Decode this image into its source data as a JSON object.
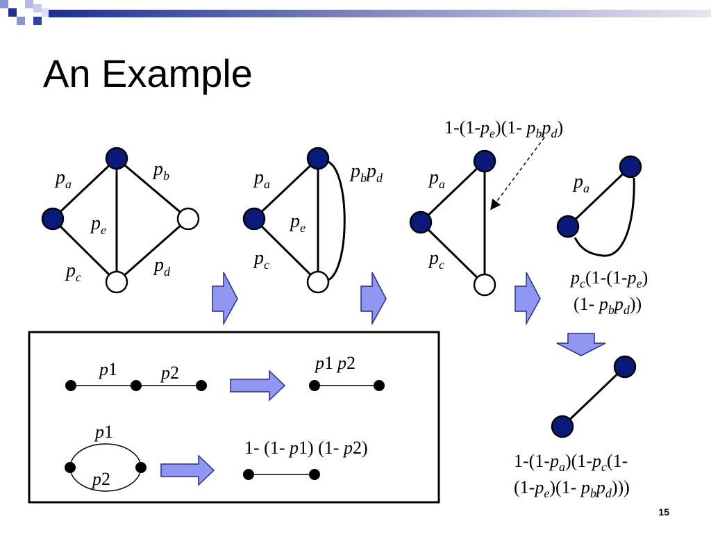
{
  "slide": {
    "title": "An Example",
    "page_number": "15"
  },
  "colors": {
    "filled_node": "#0a1a7a",
    "arrow_fill": "#8f97f0",
    "arrow_stroke": "#2a2a8a",
    "header_blue": "#1f2f8f",
    "header_gradient_end": "#e6e6f0"
  },
  "graph1": {
    "pa": {
      "base": "p",
      "sub": "a"
    },
    "pb": {
      "base": "p",
      "sub": "b"
    },
    "pc": {
      "base": "p",
      "sub": "c"
    },
    "pd": {
      "base": "p",
      "sub": "d"
    },
    "pe": {
      "base": "p",
      "sub": "e"
    }
  },
  "graph2": {
    "pa": {
      "base": "p",
      "sub": "a"
    },
    "pe": {
      "base": "p",
      "sub": "e"
    },
    "pc": {
      "base": "p",
      "sub": "c"
    },
    "pbpd": {
      "p1": "p",
      "s1": "b",
      "p2": "p",
      "s2": "d"
    }
  },
  "graph3": {
    "pa": {
      "base": "p",
      "sub": "a"
    },
    "pc": {
      "base": "p",
      "sub": "c"
    },
    "callout": {
      "t0": "1-(1-",
      "p1": "p",
      "s1": "e",
      "t1": ")(1- ",
      "p2": "p",
      "s2": "b",
      "p3": "p",
      "s3": "d",
      "t2": ")"
    }
  },
  "graph4": {
    "pa": {
      "base": "p",
      "sub": "a"
    },
    "expr_line1": {
      "p1": "p",
      "s1": "c",
      "t1": "(1-(1-",
      "p2": "p",
      "s2": "e",
      "t2": ")"
    },
    "expr_line2": {
      "t0": "(1- ",
      "p1": "p",
      "s1": "b",
      "p2": "p",
      "s2": "d",
      "t1": "))"
    }
  },
  "final": {
    "line1": {
      "t0": "1-(1-",
      "p1": "p",
      "s1": "a",
      "t1": ")(1-",
      "p2": "p",
      "s2": "c",
      "t2": "(1-"
    },
    "line2": {
      "t0": "(1-",
      "p1": "p",
      "s1": "e",
      "t1": ")(1- ",
      "p2": "p",
      "s2": "b",
      "p3": "p",
      "s3": "d",
      "t2": ")))"
    }
  },
  "rules_box": {
    "series": {
      "p1_it": "p",
      "p1_n": "1",
      "p2_it": "p",
      "p2_n": "2",
      "result_p1_it": "p",
      "result_p1_n": "1",
      "result_p2_it": "p",
      "result_p2_n": "2"
    },
    "parallel": {
      "p1_it": "p",
      "p1_n": "1",
      "p2_it": "p",
      "p2_n": "2",
      "r_t0": "1- (1- ",
      "r_p1_it": "p",
      "r_p1_n": "1",
      "r_t1": ") (1- ",
      "r_p2_it": "p",
      "r_p2_n": "2",
      "r_t2": ")"
    }
  }
}
